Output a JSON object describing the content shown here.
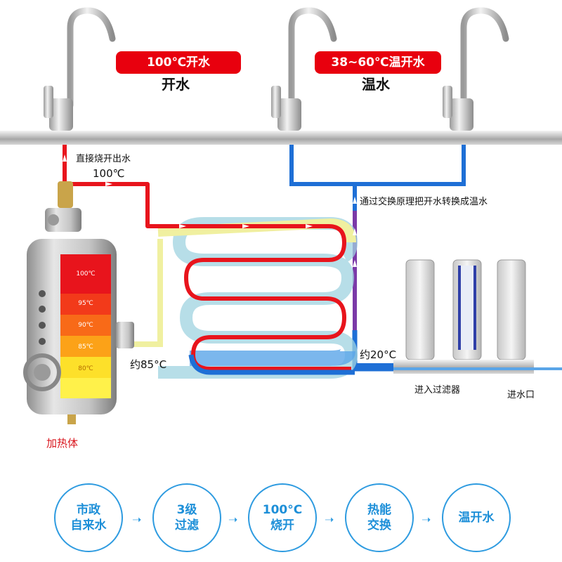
{
  "labels": {
    "boiling_badge": "100℃开水",
    "boiling_caption": "开水",
    "warm_badge": "38~60℃温开水",
    "warm_caption": "温水",
    "direct_out": "直接烧开出水",
    "temp_100": "100℃",
    "exchange_note": "通过交换原理把开水转换成温水",
    "temp_85": "约85°C",
    "temp_20": "约20°C",
    "heater": "加热体",
    "filter_in": "进入过滤器",
    "water_in": "进水口"
  },
  "heater_scale": [
    "100℃",
    "95℃",
    "90℃",
    "85℃",
    "80℃"
  ],
  "colors": {
    "hot": "#e8141c",
    "cold": "#1e6fd6",
    "cooled": "#f0f0a0",
    "accent": "#2e9be0"
  },
  "steps": [
    {
      "line1": "市政",
      "line2": "自来水"
    },
    {
      "line1": "3级",
      "line2": "过滤"
    },
    {
      "line1": "100°C",
      "line2": "烧开"
    },
    {
      "line1": "热能",
      "line2": "交换"
    },
    {
      "line1": "温开水",
      "line2": ""
    }
  ]
}
